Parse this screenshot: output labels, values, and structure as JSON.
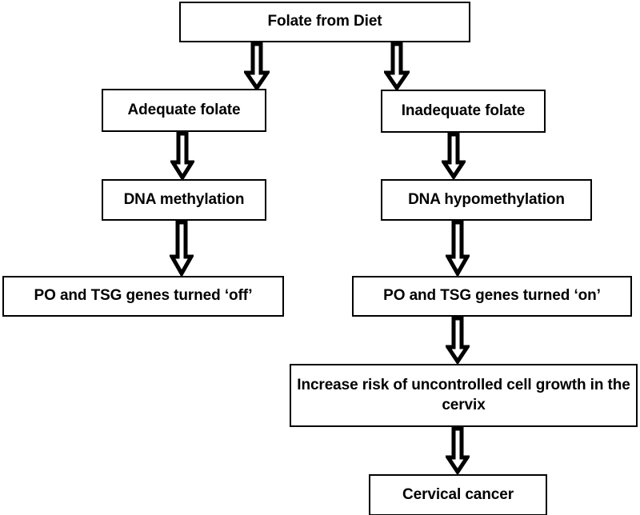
{
  "diagram": {
    "title": "Folate metabolism and cervical cancer pathway flowchart",
    "type": "flowchart",
    "orientation": "top-down",
    "colors": {
      "background": "#ffffff",
      "box_fill": "#ffffff",
      "box_border": "#000000",
      "text": "#000000",
      "arrow_outline": "#000000",
      "arrow_fill": "#ffffff"
    },
    "nodes": [
      {
        "id": "folate-from-diet",
        "label": "Folate from Diet"
      },
      {
        "id": "adequate-folate",
        "label": "Adequate folate"
      },
      {
        "id": "inadequate-folate",
        "label": "Inadequate folate"
      },
      {
        "id": "dna-methylation",
        "label": "DNA methylation"
      },
      {
        "id": "dna-hypomethylation",
        "label": "DNA hypomethylation"
      },
      {
        "id": "genes-off",
        "label": "PO and TSG genes turned ‘off’"
      },
      {
        "id": "genes-on",
        "label": "PO and TSG genes turned ‘on’"
      },
      {
        "id": "increase-risk",
        "label": "Increase risk of uncontrolled cell growth in the cervix"
      },
      {
        "id": "cervical-cancer",
        "label": "Cervical cancer"
      }
    ],
    "edges": [
      {
        "id": "diet-to-adequate",
        "from": "folate-from-diet",
        "to": "adequate-folate",
        "style": "block-arrow-down"
      },
      {
        "id": "diet-to-inadequate",
        "from": "folate-from-diet",
        "to": "inadequate-folate",
        "style": "block-arrow-down"
      },
      {
        "id": "adequate-to-meth",
        "from": "adequate-folate",
        "to": "dna-methylation",
        "style": "block-arrow-down"
      },
      {
        "id": "inadequate-to-hypo",
        "from": "inadequate-folate",
        "to": "dna-hypomethylation",
        "style": "block-arrow-down"
      },
      {
        "id": "meth-to-off",
        "from": "dna-methylation",
        "to": "genes-off",
        "style": "block-arrow-down"
      },
      {
        "id": "hypo-to-on",
        "from": "dna-hypomethylation",
        "to": "genes-on",
        "style": "block-arrow-down"
      },
      {
        "id": "on-to-risk",
        "from": "genes-on",
        "to": "increase-risk",
        "style": "block-arrow-down"
      },
      {
        "id": "risk-to-cancer",
        "from": "increase-risk",
        "to": "cervical-cancer",
        "style": "block-arrow-down"
      }
    ]
  }
}
